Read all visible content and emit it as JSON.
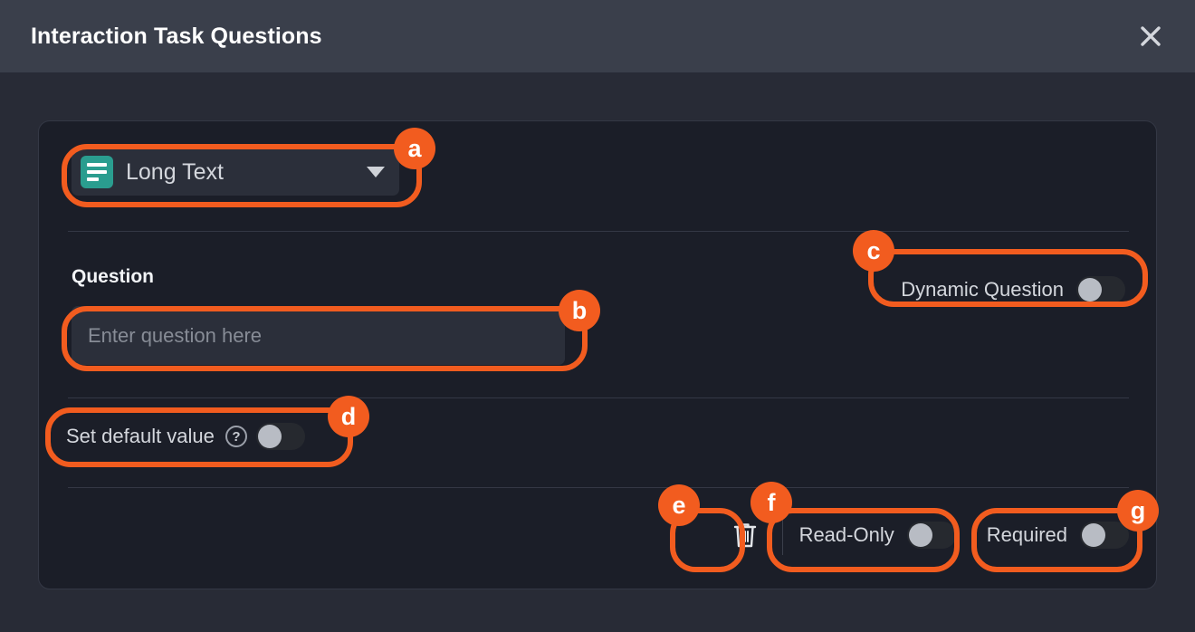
{
  "header": {
    "title": "Interaction Task Questions",
    "close_icon": "close-icon"
  },
  "card": {
    "type_select": {
      "icon": "long-text-icon",
      "icon_color": "#2a9d8f",
      "value": "Long Text",
      "caret_icon": "chevron-down-icon"
    },
    "question": {
      "label": "Question",
      "placeholder": "Enter question here",
      "value": ""
    },
    "dynamic_question": {
      "label": "Dynamic Question",
      "state": "off"
    },
    "set_default_value": {
      "label": "Set default value",
      "help_icon": "help-circle-icon",
      "help_glyph": "?",
      "state": "off"
    },
    "footer": {
      "delete_icon": "trash-icon",
      "read_only": {
        "label": "Read-Only",
        "state": "off"
      },
      "required": {
        "label": "Required",
        "state": "off"
      }
    }
  },
  "annotations": {
    "accent_color": "#f25c1f",
    "badges": [
      {
        "id": "a",
        "label": "a",
        "target": "type-select"
      },
      {
        "id": "b",
        "label": "b",
        "target": "question-input"
      },
      {
        "id": "c",
        "label": "c",
        "target": "dynamic-question-toggle"
      },
      {
        "id": "d",
        "label": "d",
        "target": "set-default-value-toggle"
      },
      {
        "id": "e",
        "label": "e",
        "target": "delete-question-button"
      },
      {
        "id": "f",
        "label": "f",
        "target": "read-only-toggle"
      },
      {
        "id": "g",
        "label": "g",
        "target": "required-toggle"
      }
    ]
  }
}
